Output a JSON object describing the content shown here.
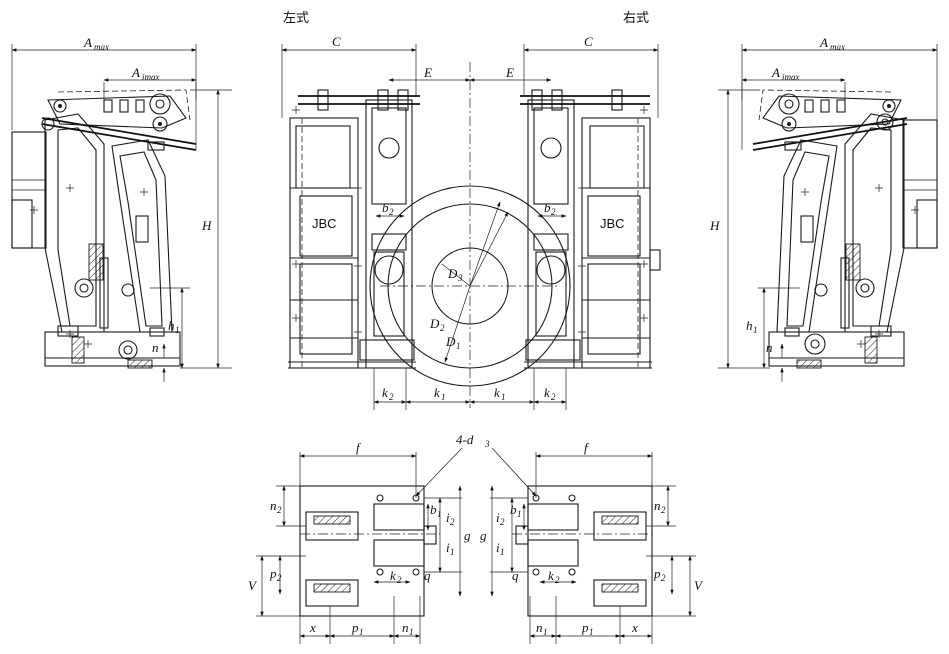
{
  "captions": {
    "left_style": "左式",
    "right_style": "右式"
  },
  "labels": {
    "a_max": "A",
    "a_max_sub": "max",
    "a_imax": "A",
    "a_imax_sub": "imax",
    "c": "C",
    "e": "E",
    "h_big": "H",
    "h1": "h",
    "h1_sub": "1",
    "n": "n",
    "b2": "b",
    "b2_sub": "2",
    "d3": "D",
    "d3_sub": "3",
    "d2": "D",
    "d2_sub": "2",
    "d1": "D",
    "d1_sub": "1",
    "k2": "k",
    "k2_sub": "2",
    "k1": "k",
    "k1_sub": "1",
    "jbc": "JBC",
    "f": "f",
    "holes": "4-d",
    "holes_sub": "3",
    "n2": "n",
    "n2_sub": "2",
    "b1": "b",
    "b1_sub": "1",
    "i2": "i",
    "i2_sub": "2",
    "i1": "i",
    "i1_sub": "1",
    "g": "g",
    "q": "q",
    "p2": "p",
    "p2_sub": "2",
    "v": "V",
    "x": "x",
    "p1": "p",
    "p1_sub": "1",
    "n1": "n",
    "n1_sub": "1"
  }
}
